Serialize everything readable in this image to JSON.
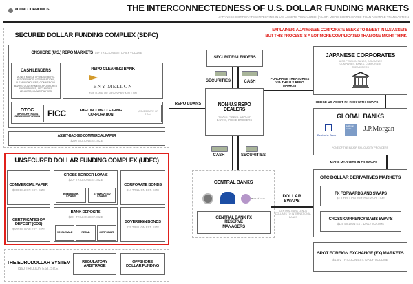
{
  "header": {
    "handle": "#CONCODANOMICS",
    "title": "THE INTERCONNECTEDNESS OF U.S. DOLLAR FUNDING MARKETS",
    "subtitle": "JAPANESE CORPORATES INVESTING IN U.S ASSETS VISUALIZED: (A LOT) MORE COMPLICATED THAN A SIMPLE TRANSACTION"
  },
  "explainer": [
    "EXPLAINER: A JAPANESE CORPORATE SEEKS TO INVEST IN U.S ASSETS",
    "BUT THIS PROCESS IS A LOT MORE COMPLICATED THAN ONE MIGHT THINK."
  ],
  "sdfc": {
    "title": "SECURED DOLLAR FUNDING COMPLEX (SDFC)",
    "onshore": "ONSHORE (U.S.) REPO MARKETS",
    "onshore_vol": "$4+ TRILLION EST. DAILY VOLUME",
    "cash_lenders": "CASH LENDERS",
    "cash_lenders_desc": "MONEY MARKET FUNDS (MMFS), HEDGE FUNDS, CORPORATIONS, CLEARINGHOUSES, COMMERCIAL BANKS, GOVERNMENT-SPONSORED ENTERPRISES, SECURITIES LENDERS, MUNICIPALITIES",
    "repo_clearing": "REPO CLEARING BANK",
    "bny": "BNY MELLON",
    "bny_sub": "THE BANK OF NEW YORK MELLON",
    "dtcc": "DTCC",
    "dtcc_sub": "DEPOSITORY TRUST & CLEARING CORPORATION",
    "ficc": "FICC",
    "ficc_full": "FIXED INCOME CLEARING CORPORATION",
    "ficc_note": "(A SUBSIDIARY OF DTCC)",
    "abcp": "ASSET-BACKED COMMERCIAL PAPER",
    "abcp_size": "$290 BILLION EST. SIZE"
  },
  "udfc": {
    "title": "UNSECURED DOLLAR FUNDING COMPLEX (UDFC)",
    "cp": "COMMERCIAL PAPER",
    "cp_size": "$900 BILLION EST. SIZE",
    "cbl": "CROSS BORDER LOANS",
    "cbl_size": "$20+ TRILLION EST. SIZE",
    "interbank": "INTERBANK LOANS",
    "syndicated": "SYNDICATED LOANS",
    "corp_bonds": "CORPORATE BONDS",
    "corp_bonds_size": "$14 TRILLION EST. SIZE",
    "cds": "CERTIFICATES OF DEPOSIT (CDs)",
    "cds_size": "$600 BILLION EST. SIZE",
    "deposits": "BANK DEPOSITS",
    "deposits_size": "$20+ TRILLION EST. SIZE",
    "wholesale": "WHOLESALE",
    "retail": "RETAIL",
    "corporate": "CORPORATE",
    "sov": "SOVEREIGN BONDS",
    "sov_size": "$25 TRILLION EST. SIZE"
  },
  "euro": {
    "title": "THE EURODOLLAR SYSTEM",
    "size": "($60 TRILLION EST. SIZE)",
    "reg": "REGULATORY ARBITRAGE",
    "offshore": "OFFSHORE DOLLAR FUNDING"
  },
  "center": {
    "sec_lenders": "SECURITIES LENDERS",
    "securities": "SECURITIES",
    "cash": "CASH",
    "dealers": "NON-U.S REPO DEALERS",
    "dealers_desc": "HEDGE FUNDS, DEALER BANKS, PRIME BROKERS",
    "repo_loans": "REPO LOANS",
    "purchase": "PURCHASE TREASURIES VIA THE U.S REPO MARKET",
    "central_banks": "CENTRAL BANKS",
    "boj": "Bank of Japan",
    "reserve": "CENTRAL BANK FX RESERVE MANAGERS",
    "dollar_swaps": "DOLLAR SWAPS",
    "swaps_note": "CENTRAL BANK LENDS DOLLARS TO INTERNATIONAL BANKS"
  },
  "right": {
    "jp": "JAPANESE CORPORATES",
    "jp_desc": "ALSO PENSION FUNDS, INSURANCE COMPANIES, BANKS, CORPORATE TREASURERS",
    "hedge": "HEDGE US ASSET FX RISK WITH SWAPS",
    "gb": "GLOBAL BANKS",
    "db": "Deutsche Bank",
    "gs": "Goldman Sachs",
    "jpm": "J.P.Morgan",
    "gb_note": "*ONE OF THE MAJOR FX LIQUIDITY PROVIDERS",
    "make": "MAKE MARKETS IN FX SWAPS",
    "otc": "OTC DOLLAR DERIVATIVES MARKETS",
    "fxf": "FX FORWARDS AND SWAPS",
    "fxf_vol": "$4.2 TRILLION EST. DAILY VOLUME",
    "ccbs": "CROSS-CURRENCY BASIS SWAPS",
    "ccbs_vol": "$125 BILLION EST. DAILY VOLUME",
    "spot": "SPOT FOREIGN EXCHANGE (FX) MARKETS",
    "spot_vol": "$1.5-2 TRILLION EST. DAILY VOLUME"
  },
  "colors": {
    "red": "#e0201b",
    "text": "#111111",
    "muted": "#999999"
  }
}
